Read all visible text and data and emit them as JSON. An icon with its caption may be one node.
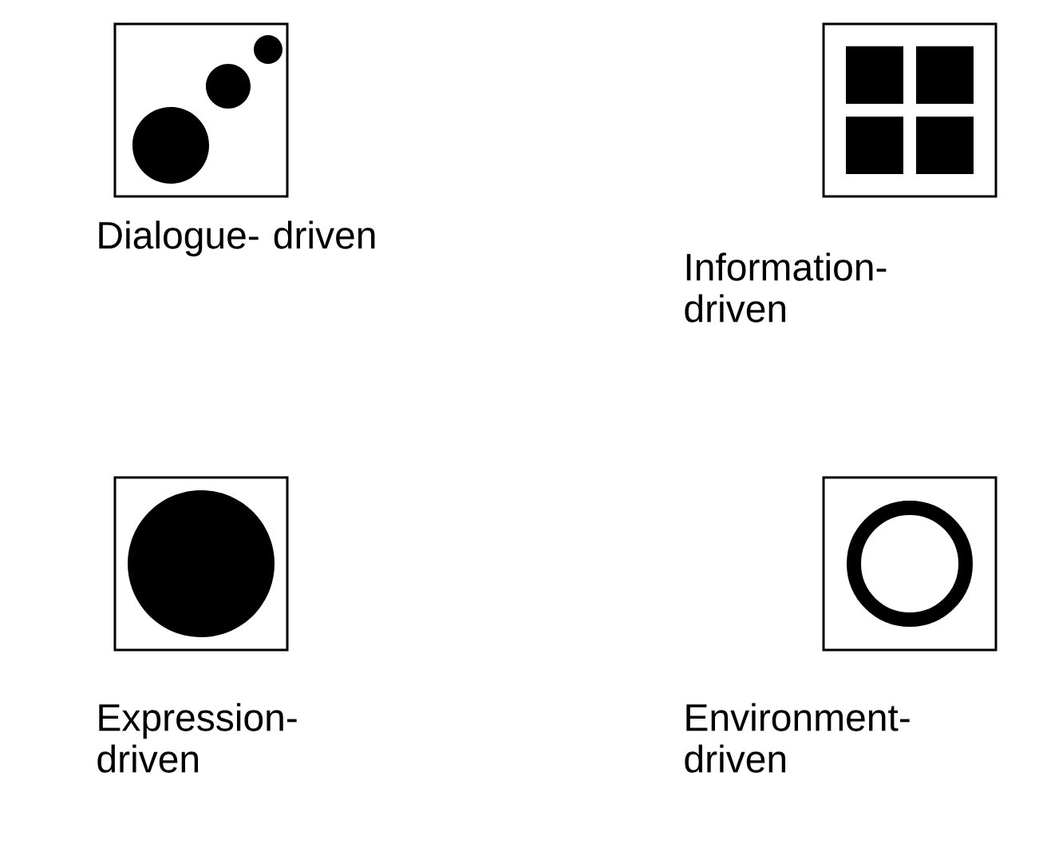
{
  "diagram": {
    "nodes": [
      {
        "text": [
          "Dialogue- driven"
        ]
      },
      {
        "text": [
          "Information- driven"
        ]
      },
      {
        "text": [
          "Expression- driven"
        ]
      },
      {
        "text": [
          "Environment- driven"
        ]
      }
    ]
  }
}
